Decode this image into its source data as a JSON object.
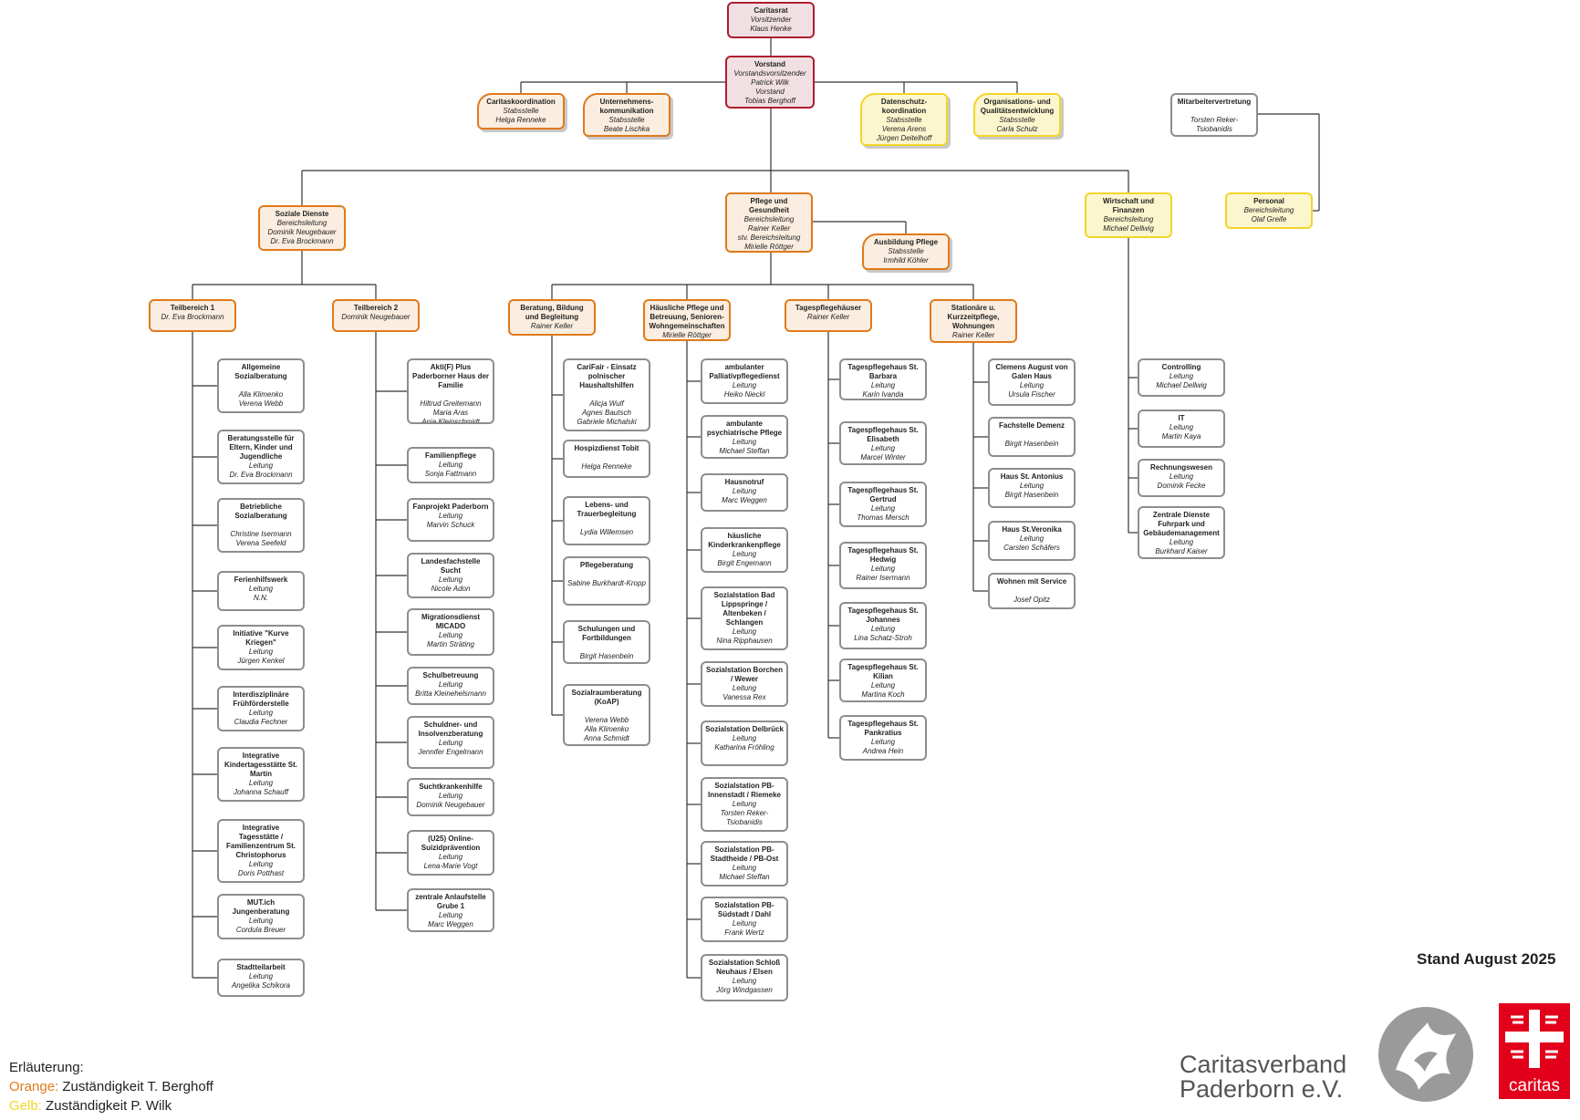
{
  "legend": {
    "title": "Erläuterung:",
    "orange_label": "Orange:",
    "orange_text": "Zuständigkeit T. Berghoff",
    "yellow_label": "Gelb:",
    "yellow_text": "Zuständigkeit P. Wilk"
  },
  "stand": "Stand August 2025",
  "brand": {
    "line1": "Caritasverband",
    "line2": "Paderborn e.V.",
    "logo_word": "caritas"
  },
  "colors": {
    "red": "#b01c2e",
    "orange": "#e07a1c",
    "yellow": "#f2d52a",
    "gray": "#8d8d8d",
    "brand_red": "#e2001a"
  },
  "nodes": {
    "caritasrat": [
      "Caritasrat",
      "Vorsitzender",
      "Klaus Henke"
    ],
    "vorstand": [
      "Vorstand",
      "Vorstandsvorsitzender",
      "Patrick Wilk",
      "Vorstand",
      "Tobias Berghoff"
    ],
    "caritaskoord": [
      "Caritaskoordination",
      "Stabsstelle",
      "Helga Renneke"
    ],
    "unternehmenskomm": [
      "Unternehmens-kommunikation",
      "Stabsstelle",
      "Beate Lischka"
    ],
    "datenschutz": [
      "Datenschutz-koordination",
      "Stabsstelle",
      "Verena Arens",
      "Jürgen Deitelhoff"
    ],
    "qualitaet": [
      "Organisations- und Qualitätsentwicklung",
      "Stabsstelle",
      "Carla Schulz"
    ],
    "mav": [
      "Mitarbeitervertretung",
      "",
      "Torsten Reker-Tsiobanidis"
    ],
    "soziale_dienste": [
      "Soziale Dienste",
      "Bereichsleitung",
      "Dominik Neugebauer",
      "Dr. Eva Brockmann"
    ],
    "pflege": [
      "Pflege und Gesundheit",
      "Bereichsleitung",
      "Rainer Keller",
      "stv. Bereichsleitung",
      "Mirielle Röttger"
    ],
    "ausbildung": [
      "Ausbildung Pflege",
      "Stabsstelle",
      "Irmhild Köhler"
    ],
    "wirtschaft": [
      "Wirtschaft und Finanzen",
      "Bereichsleitung",
      "Michael Dellwig"
    ],
    "personal": [
      "Personal",
      "Bereichsleitung",
      "Olaf Greife"
    ],
    "tb1": [
      "Teilbereich 1",
      "Dr. Eva Brockmann"
    ],
    "tb2": [
      "Teilbereich 2",
      "Dominik Neugebauer"
    ],
    "beratung": [
      "Beratung, Bildung und Begleitung",
      "Rainer Keller"
    ],
    "haeusliche": [
      "Häusliche Pflege und Betreuung, Senioren-Wohngemeinschaften",
      "Mirielle Röttger"
    ],
    "tagespflege": [
      "Tagespflegehäuser",
      "Rainer Keller"
    ],
    "stationaer": [
      "Stationäre u. Kurzzeitpflege, Wohnungen",
      "Rainer Keller"
    ],
    "tb1_items": [
      [
        "Allgemeine Sozialberatung",
        "",
        "Alla Klimenko",
        "Verena Webb"
      ],
      [
        "Beratungsstelle für Eltern, Kinder und Jugendliche",
        "Leitung",
        "Dr. Eva Brockmann"
      ],
      [
        "Betriebliche Sozialberatung",
        "",
        "Christine Isermann",
        "Verena Seefeld"
      ],
      [
        "Ferienhilfswerk",
        "Leitung",
        "N.N."
      ],
      [
        "Initiative \"Kurve Kriegen\"",
        "Leitung",
        "Jürgen Kenkel"
      ],
      [
        "Interdisziplinäre Frühförderstelle",
        "Leitung",
        "Claudia Fechner"
      ],
      [
        "Integrative Kindertagesstätte St. Martin",
        "Leitung",
        "Johanna Schauff"
      ],
      [
        "Integrative Tagesstätte / Familienzentrum St. Christophorus",
        "Leitung",
        "Doris Potthast"
      ],
      [
        "MUT.ich Jungenberatung",
        "Leitung",
        "Cordula Breuer"
      ],
      [
        "Stadtteilarbeit",
        "Leitung",
        "Angelika Schikora"
      ]
    ],
    "tb2_items": [
      [
        "Akti(F) Plus Paderborner Haus der Familie",
        "",
        "Hiltrud Greitemann",
        "Maria Aras",
        "Anja Kleinschmidt"
      ],
      [
        "Familienpflege",
        "Leitung",
        "Sonja Fattmann"
      ],
      [
        "Fanprojekt Paderborn",
        "Leitung",
        "Marvin Schuck"
      ],
      [
        "Landesfachstelle Sucht",
        "Leitung",
        "Nicole Adon"
      ],
      [
        "Migrationsdienst MICADO",
        "Leitung",
        "Martin Sträting"
      ],
      [
        "Schulbetreuung",
        "Leitung",
        "Britta Kleinehelsmann"
      ],
      [
        "Schuldner- und Insolvenzberatung",
        "Leitung",
        "Jennifer Engelmann"
      ],
      [
        "Suchtkrankenhilfe",
        "Leitung",
        "Dominik Neugebauer"
      ],
      [
        "(U25) Online-Suizidprävention",
        "Leitung",
        "Lena-Marie Vogt"
      ],
      [
        "zentrale Anlaufstelle Grube 1",
        "Leitung",
        "Marc Weggen"
      ]
    ],
    "beratung_items": [
      [
        "CariFair - Einsatz polnischer Haushaltshilfen",
        "",
        "Alicja Wulf",
        "Agnes Bautsch",
        "Gabriele Michalski"
      ],
      [
        "Hospizdienst Tobit",
        "",
        "Helga Renneke"
      ],
      [
        "Lebens- und Trauerbegleitung",
        "",
        "Lydia Willemsen"
      ],
      [
        "Pflegeberatung",
        "",
        "Sabine Burkhardt-Kropp"
      ],
      [
        "Schulungen und Fortbildungen",
        "",
        "Birgit Hasenbein"
      ],
      [
        "Sozialraumberatung (KoAP)",
        "",
        "Verena Webb",
        "Alla Klimenko",
        "Anna Schmidt"
      ]
    ],
    "haeusliche_items": [
      [
        "ambulanter Palliativpflegedienst",
        "Leitung",
        "Heiko Nieckl"
      ],
      [
        "ambulante psychiatrische Pflege",
        "Leitung",
        "Michael Steffan"
      ],
      [
        "Hausnotruf",
        "Leitung",
        "Marc Weggen"
      ],
      [
        "häusliche Kinderkrankenpflege",
        "Leitung",
        "Birgit Engemann"
      ],
      [
        "Sozialstation Bad Lippspringe / Altenbeken / Schlangen",
        "Leitung",
        "Nina Ripphausen"
      ],
      [
        "Sozialstation Borchen / Wewer",
        "Leitung",
        "Vanessa Rex"
      ],
      [
        "Sozialstation Delbrück",
        "Leitung",
        "Katharina Fröhling"
      ],
      [
        "Sozialstation PB-Innenstadt / Riemeke",
        "Leitung",
        "Torsten Reker-Tsiobanidis"
      ],
      [
        "Sozialstation PB-Stadtheide / PB-Ost",
        "Leitung",
        "Michael Steffan"
      ],
      [
        "Sozialstation PB-Südstadt / Dahl",
        "Leitung",
        "Frank Wertz"
      ],
      [
        "Sozialstation Schloß Neuhaus / Elsen",
        "Leitung",
        "Jörg Windgassen"
      ]
    ],
    "tagespflege_items": [
      [
        "Tagespflegehaus St. Barbara",
        "Leitung",
        "Karin Ivanda"
      ],
      [
        "Tagespflegehaus St. Elisabeth",
        "Leitung",
        "Marcel Winter"
      ],
      [
        "Tagespflegehaus St. Gertrud",
        "Leitung",
        "Thomas Mersch"
      ],
      [
        "Tagespflegehaus St. Hedwig",
        "Leitung",
        "Rainer Isermann"
      ],
      [
        "Tagespflegehaus St. Johannes",
        "Leitung",
        "Lina Schatz-Stroh"
      ],
      [
        "Tagespflegehaus St. Kilian",
        "Leitung",
        "Martina Koch"
      ],
      [
        "Tagespflegehaus St. Pankratius",
        "Leitung",
        "Andrea Hein"
      ]
    ],
    "stationaer_items": [
      [
        "Clemens August von Galen Haus",
        "Leitung",
        "Ursula Fischer"
      ],
      [
        "Fachstelle Demenz",
        "",
        "Birgit Hasenbein"
      ],
      [
        "Haus St. Antonius",
        "Leitung",
        "Birgit Hasenbein"
      ],
      [
        "Haus St.Veronika",
        "Leitung",
        "Carsten Schäfers"
      ],
      [
        "Wohnen mit Service",
        "",
        "Josef Opitz"
      ]
    ],
    "wirtschaft_items": [
      [
        "Controlling",
        "Leitung",
        "Michael Dellwig"
      ],
      [
        "IT",
        "Leitung",
        "Martin Kaya"
      ],
      [
        "Rechnungswesen",
        "Leitung",
        "Dominik Fecke"
      ],
      [
        "Zentrale Dienste Fuhrpark und Gebäudemanagement",
        "Leitung",
        "Burkhard Kaiser"
      ]
    ]
  }
}
